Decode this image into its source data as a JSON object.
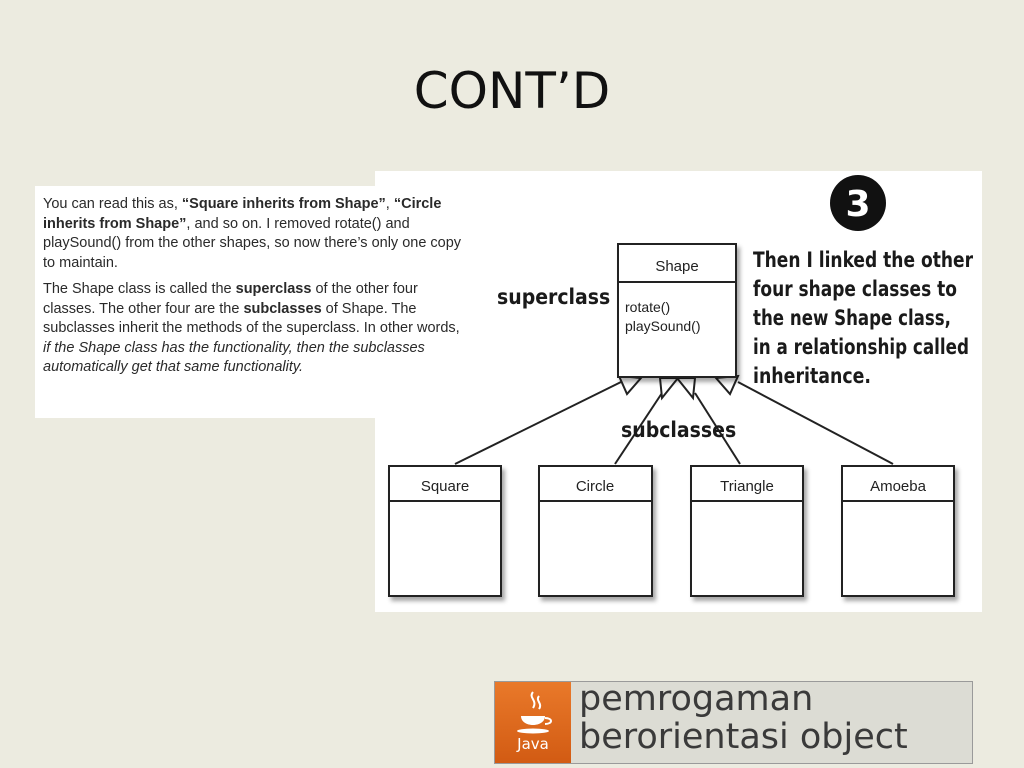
{
  "slide": {
    "title": "CONT’D"
  },
  "text_panel": {
    "p1": [
      {
        "t": "You can read this as, ",
        "s": "n"
      },
      {
        "t": "“Square inherits from Shape”",
        "s": "b"
      },
      {
        "t": ", ",
        "s": "n"
      },
      {
        "t": "“Circle inherits from Shape”",
        "s": "b"
      },
      {
        "t": ", and so on. I removed rotate() and playSound() from the other shapes, so now there’s only one copy to maintain.",
        "s": "n"
      }
    ],
    "p2": [
      {
        "t": "The Shape class is called the ",
        "s": "n"
      },
      {
        "t": "superclass",
        "s": "b"
      },
      {
        "t": " of the other four classes. The other four are the ",
        "s": "n"
      },
      {
        "t": "subclasses",
        "s": "b"
      },
      {
        "t": " of Shape. The subclasses inherit the methods of the superclass. In other words, ",
        "s": "n"
      },
      {
        "t": "if the Shape class has the functionality, then the subclasses automatically get that same functionality.",
        "s": "i"
      }
    ]
  },
  "diagram": {
    "step_number": "3",
    "superclass_label": "superclass",
    "subclasses_label": "subclasses",
    "superclass": {
      "name": "Shape",
      "methods": [
        "rotate()",
        "playSound()"
      ]
    },
    "subclasses": [
      {
        "name": "Square"
      },
      {
        "name": "Circle"
      },
      {
        "name": "Triangle"
      },
      {
        "name": "Amoeba"
      }
    ],
    "note_lines": [
      "Then I linked the other",
      "four shape classes to",
      "the new Shape class,",
      "in a relationship called",
      "inheritance."
    ]
  },
  "logo": {
    "icon": "java-coffee-cup-icon",
    "badge_text": "Java",
    "line1": "pemrogaman",
    "line2": "berorientasi object"
  }
}
